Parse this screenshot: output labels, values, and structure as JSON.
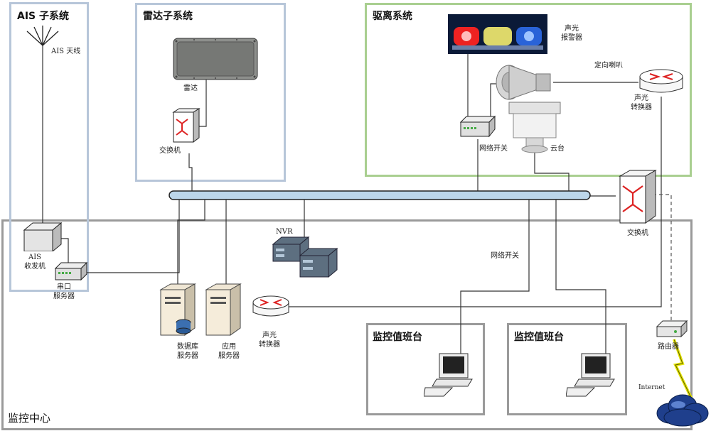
{
  "subsystems": {
    "ais": "AIS 子系统",
    "radar": "雷达子系统",
    "dispersal": "驱离系统",
    "monitor_center": "监控中心",
    "console_1": "监控值班台",
    "console_2": "监控值班台"
  },
  "labels": {
    "ais_antenna": "AIS 天线",
    "ais_transceiver": [
      "AIS",
      "收发机"
    ],
    "serial_server": [
      "串口",
      "服务器"
    ],
    "radar": "雷达",
    "radar_switch": "交换机",
    "audio_alarm": [
      "声光",
      "报警器"
    ],
    "directional_horn": "定向喇叭",
    "av_converter_top": [
      "声光",
      "转换器"
    ],
    "net_switch_top": "网络开关",
    "ptz": "云台",
    "main_switch": "交换机",
    "nvr": "NVR",
    "net_switch_center": "网络开关",
    "db_server": [
      "数据库",
      "服务器"
    ],
    "app_server": [
      "应用",
      "服务器"
    ],
    "av_converter_center": [
      "声光",
      "转换器"
    ],
    "router": "路由器",
    "internet": "Internet"
  },
  "colors": {
    "ais_border": "#b7c6d9",
    "radar_border": "#b7c6d9",
    "dispersal_border": "#a9cf90",
    "center_border": "#9a9a9a",
    "console_border": "#9a9a9a",
    "bus": "#bcd6ea",
    "lightning": "#e6e600"
  }
}
